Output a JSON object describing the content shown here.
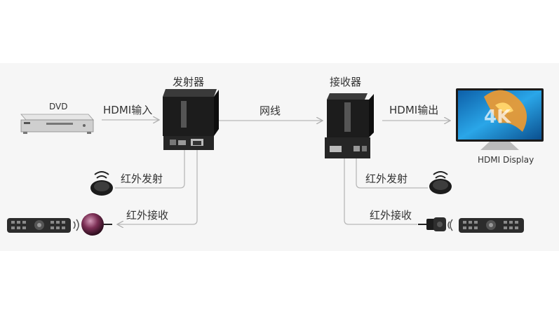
{
  "labels": {
    "dvd": "DVD",
    "hdmi_in": "HDMI输入",
    "transmitter": "发射器",
    "cable": "网线",
    "receiver": "接收器",
    "hdmi_out": "HDMI输出",
    "display": "HDMI Display",
    "ir_tx_left": "红外发射",
    "ir_rx_left": "红外接收",
    "ir_tx_right": "红外发射",
    "ir_rx_right": "红外接收"
  },
  "colors": {
    "band": "#f6f6f6",
    "line": "#b8b8b8",
    "device": "#1c1c1c",
    "screen": "#1a8fd6"
  },
  "icons": [
    "dvd-player-icon",
    "transmitter-box-icon",
    "receiver-box-icon",
    "tv-display-icon",
    "ir-emitter-icon",
    "ir-receiver-icon",
    "remote-control-icon"
  ]
}
